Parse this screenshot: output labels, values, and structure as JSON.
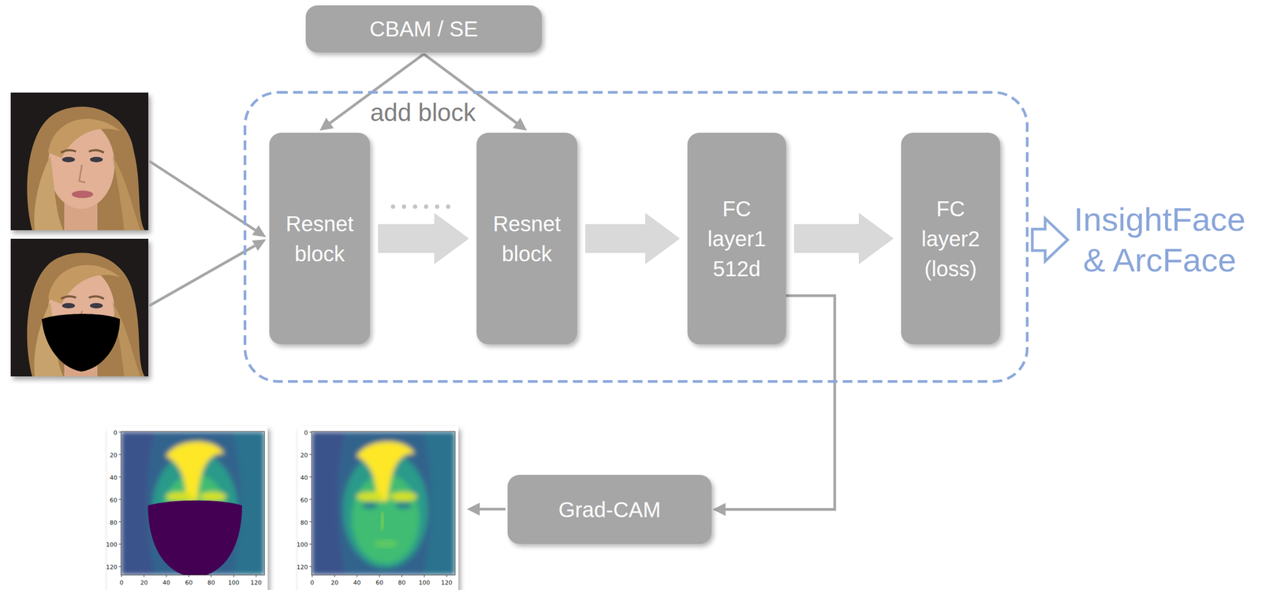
{
  "diagram": {
    "nodes": [
      {
        "text": [
          "CBAM / SE"
        ]
      },
      {
        "text": [
          "add block"
        ]
      },
      {
        "text": [
          "Resnet block"
        ],
        "in": 1
      },
      {
        "text": [
          "Resnet block"
        ],
        "in": 1
      },
      {
        "text": [
          "FC layer1 512d"
        ],
        "in": 1
      },
      {
        "text": [
          "FC layer2 (loss)"
        ],
        "in": 1
      },
      {
        "text": [
          "InsightFace & ArcFace"
        ]
      },
      {
        "text": [
          "Grad-CAM"
        ]
      }
    ],
    "edges": [
      {
        "from": 0,
        "to": 2,
        "arrow": "to"
      },
      {
        "from": 0,
        "to": 3,
        "arrow": "to"
      },
      {
        "from": 2,
        "to": 3,
        "arrow": "to"
      },
      {
        "from": 3,
        "to": 4,
        "arrow": "to"
      },
      {
        "from": 4,
        "to": 5,
        "arrow": "to"
      },
      {
        "from": 1,
        "to": 6,
        "arrow": "to"
      },
      {
        "from": 4,
        "to": 7,
        "arrow": "to"
      }
    ],
    "labels": [
      "0",
      "20",
      "40",
      "60",
      "80",
      "100",
      "120",
      "0",
      "20",
      "40",
      "60",
      "80",
      "100",
      "120",
      "0",
      "20",
      "40",
      "60",
      "80",
      "100",
      "120",
      "0",
      "20",
      "40",
      "60",
      "80",
      "100",
      "120"
    ]
  }
}
